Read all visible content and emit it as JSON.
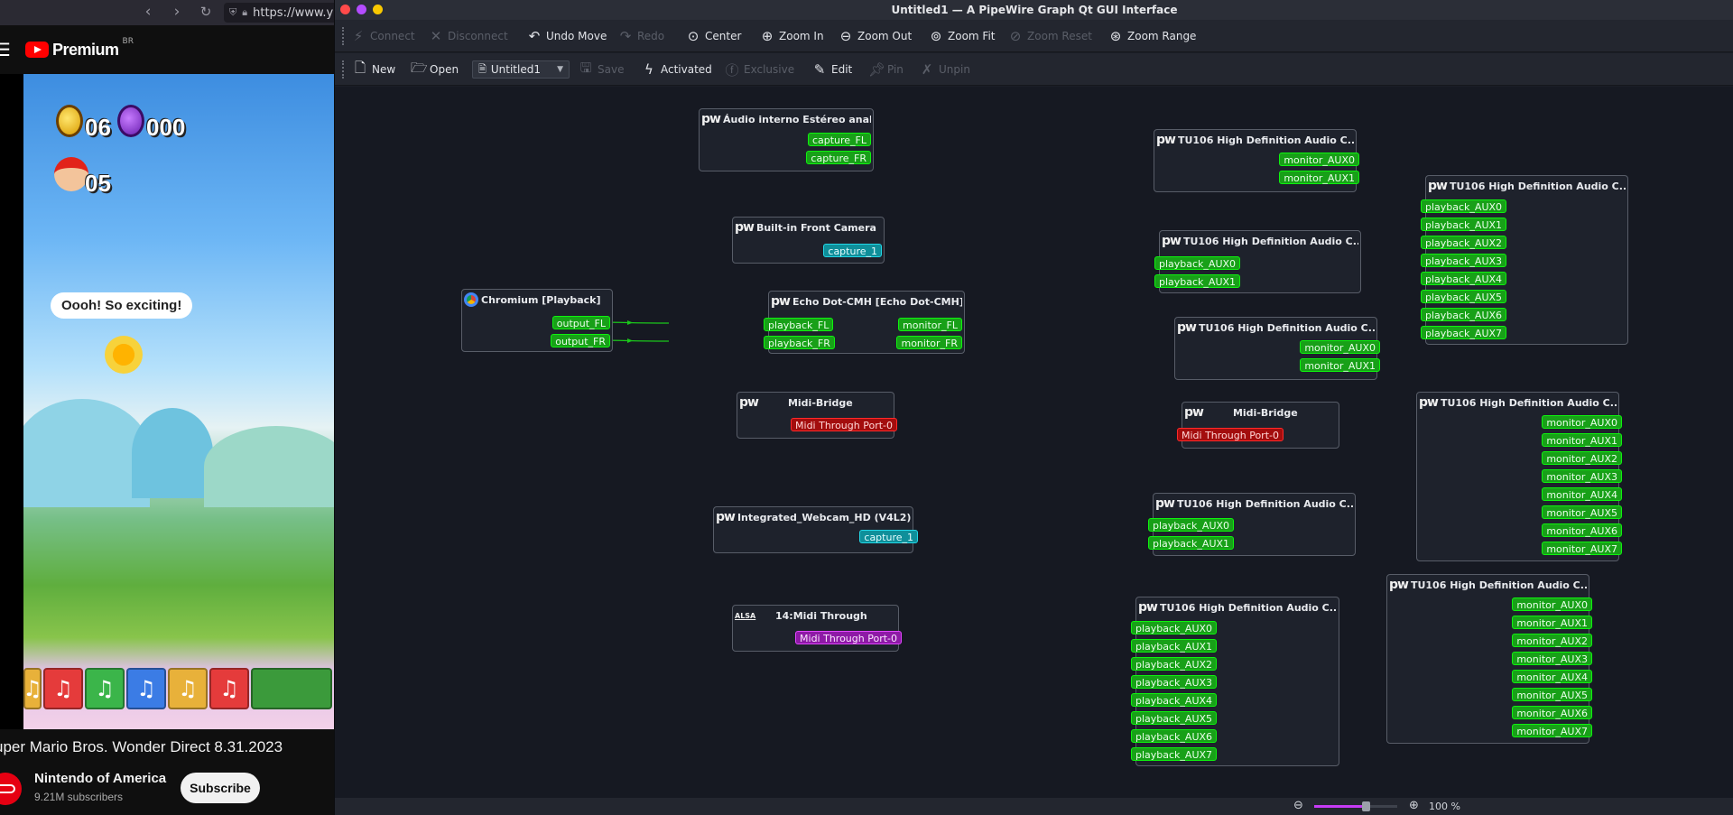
{
  "browser": {
    "url": "https://www.y",
    "yt_logo": "Premium",
    "yt_region": "BR",
    "video": {
      "hud_coins": "06",
      "hud_purple": "000",
      "hud_lives": "05",
      "speech": "Oooh! So exciting!"
    },
    "video_title": "uper Mario Bros. Wonder Direct 8.31.2023",
    "channel_name": "Nintendo of America",
    "channel_subs": "9.21M subscribers",
    "subscribe_label": "Subscribe"
  },
  "window": {
    "title": "Untitled1 — A PipeWire Graph Qt GUI Interface"
  },
  "toolbar1": {
    "connect": "Connect",
    "disconnect": "Disconnect",
    "undo": "Undo Move",
    "redo": "Redo",
    "center": "Center",
    "zoom_in": "Zoom In",
    "zoom_out": "Zoom Out",
    "zoom_fit": "Zoom Fit",
    "zoom_reset": "Zoom Reset",
    "zoom_range": "Zoom Range"
  },
  "toolbar2": {
    "new": "New",
    "open": "Open",
    "file": "Untitled1",
    "save": "Save",
    "activated": "Activated",
    "exclusive": "Exclusive",
    "edit": "Edit",
    "pin": "Pin",
    "unpin": "Unpin"
  },
  "nodes": {
    "audio_interno": {
      "title": "Áudio interno Estéreo analógico",
      "ports": [
        "capture_FL",
        "capture_FR"
      ]
    },
    "front_camera": {
      "title": "Built-in Front Camera",
      "ports": [
        "capture_1"
      ]
    },
    "chromium": {
      "title": "Chromium [Playback]",
      "ports": [
        "output_FL",
        "output_FR"
      ]
    },
    "echo_dot": {
      "title": "Echo Dot-CMH [Echo Dot-CMH]",
      "in_ports": [
        "playback_FL",
        "playback_FR"
      ],
      "out_ports": [
        "monitor_FL",
        "monitor_FR"
      ]
    },
    "midi_bridge_1": {
      "title": "Midi-Bridge",
      "ports": [
        "Midi Through Port-0"
      ]
    },
    "webcam": {
      "title": "Integrated_Webcam_HD (V4L2)",
      "ports": [
        "capture_1"
      ]
    },
    "midi_through": {
      "title": "14:Midi Through",
      "ports": [
        "Midi Through Port-0"
      ]
    },
    "tu106_a": {
      "title": "TU106 High Definition Audio C...",
      "ports": [
        "monitor_AUX0",
        "monitor_AUX1"
      ]
    },
    "tu106_b": {
      "title": "TU106 High Definition Audio C...",
      "ports": [
        "playback_AUX0",
        "playback_AUX1"
      ]
    },
    "tu106_c": {
      "title": "TU106 High Definition Audio C...",
      "ports": [
        "monitor_AUX0",
        "monitor_AUX1"
      ]
    },
    "midi_bridge_2": {
      "title": "Midi-Bridge",
      "ports": [
        "Midi Through Port-0"
      ]
    },
    "tu106_d": {
      "title": "TU106 High Definition Audio C...",
      "ports": [
        "playback_AUX0",
        "playback_AUX1"
      ]
    },
    "tu106_e": {
      "title": "TU106 High Definition Audio C...",
      "ports": [
        "playback_AUX0",
        "playback_AUX1",
        "playback_AUX2",
        "playback_AUX3",
        "playback_AUX4",
        "playback_AUX5",
        "playback_AUX6",
        "playback_AUX7"
      ]
    },
    "tu106_f": {
      "title": "TU106 High Definition Audio C...",
      "ports": [
        "playback_AUX0",
        "playback_AUX1",
        "playback_AUX2",
        "playback_AUX3",
        "playback_AUX4",
        "playback_AUX5",
        "playback_AUX6",
        "playback_AUX7"
      ]
    },
    "tu106_g": {
      "title": "TU106 High Definition Audio C...",
      "ports": [
        "monitor_AUX0",
        "monitor_AUX1",
        "monitor_AUX2",
        "monitor_AUX3",
        "monitor_AUX4",
        "monitor_AUX5",
        "monitor_AUX6",
        "monitor_AUX7"
      ]
    },
    "tu106_h": {
      "title": "TU106 High Definition Audio C...",
      "ports": [
        "monitor_AUX0",
        "monitor_AUX1",
        "monitor_AUX2",
        "monitor_AUX3",
        "monitor_AUX4",
        "monitor_AUX5",
        "monitor_AUX6",
        "monitor_AUX7"
      ]
    }
  },
  "status": {
    "zoom_level": "100 %",
    "zoom_fraction": 0.62
  },
  "colors": {
    "audio_port": "#18a018",
    "video_port": "#0f8f9a",
    "midi_port": "#a30d0d",
    "alsa_port": "#8e1aa6",
    "wire": "#1bc71b"
  }
}
